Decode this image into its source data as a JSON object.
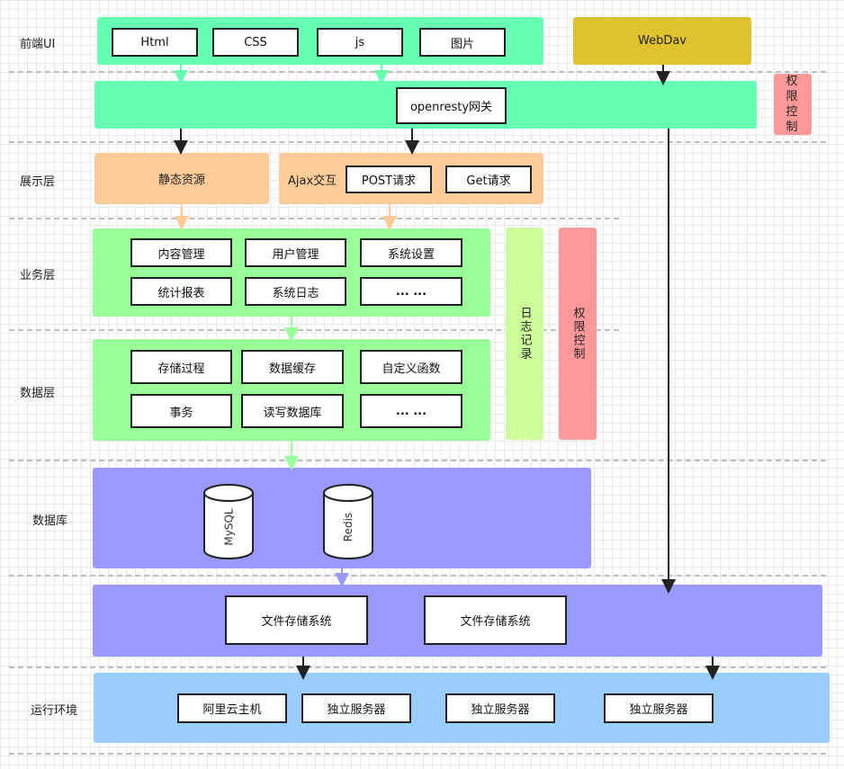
{
  "rows": {
    "frontend": "前端UI",
    "presentation": "展示层",
    "business": "业务层",
    "data": "数据层",
    "database": "数据库",
    "runtime": "运行环境"
  },
  "frontend": {
    "items": [
      "Html",
      "CSS",
      "js",
      "图片"
    ]
  },
  "webdav": "WebDav",
  "gateway": "openresty网关",
  "auth_top": "权限控制",
  "presentation": {
    "static": "静态资源",
    "ajax": "Ajax交互",
    "post": "POST请求",
    "get": "Get请求"
  },
  "business": {
    "items": [
      "内容管理",
      "用户管理",
      "系统设置",
      "统计报表",
      "系统日志",
      "... ..."
    ]
  },
  "data_layer": {
    "items": [
      "存储过程",
      "数据缓存",
      "自定义函数",
      "事务",
      "读写数据库",
      "... ..."
    ]
  },
  "log_record": "日志记录",
  "auth_side": "权限控制",
  "database": {
    "mysql": "MySQL",
    "redis": "Redis"
  },
  "file_storage": [
    "文件存储系统",
    "文件存储系统"
  ],
  "runtime": {
    "items": [
      "阿里云主机",
      "独立服务器",
      "独立服务器",
      "独立服务器"
    ]
  },
  "colors": {
    "mint": "#66ffb3",
    "gold": "#e0c22e",
    "peach": "#ffcc99",
    "light_green": "#99ff99",
    "lime": "#ccff99",
    "pink": "#ff9999",
    "lavender": "#9999ff",
    "sky": "#99ccff"
  }
}
